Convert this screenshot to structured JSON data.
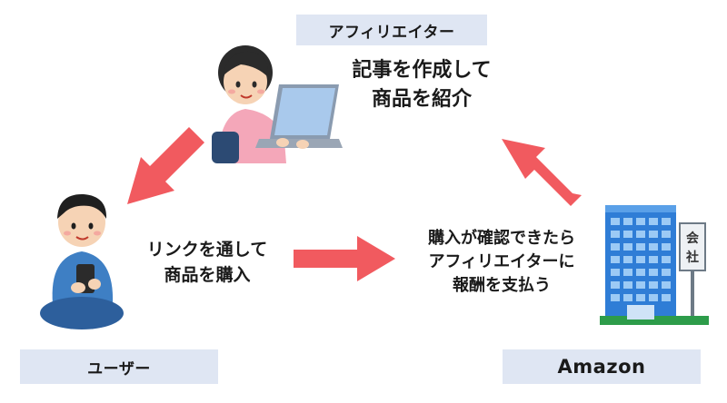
{
  "nodes": {
    "affiliate": {
      "label": "アフィリエイター",
      "caption": [
        "記事を作成して",
        "商品を紹介"
      ]
    },
    "user": {
      "label": "ユーザー",
      "caption": [
        "リンクを通して",
        "商品を購入"
      ]
    },
    "amazon": {
      "label": "Amazon",
      "caption": [
        "購入が確認できたら",
        "アフィリエイターに",
        "報酬を支払う"
      ],
      "building_sign": "会社"
    }
  },
  "colors": {
    "arrow": "#f15a5f",
    "label_bg": "#dfe6f3",
    "building": "#2f7dd6"
  },
  "icons": [
    "person-with-laptop-icon",
    "person-with-phone-icon",
    "office-building-icon",
    "arrow-icon"
  ]
}
